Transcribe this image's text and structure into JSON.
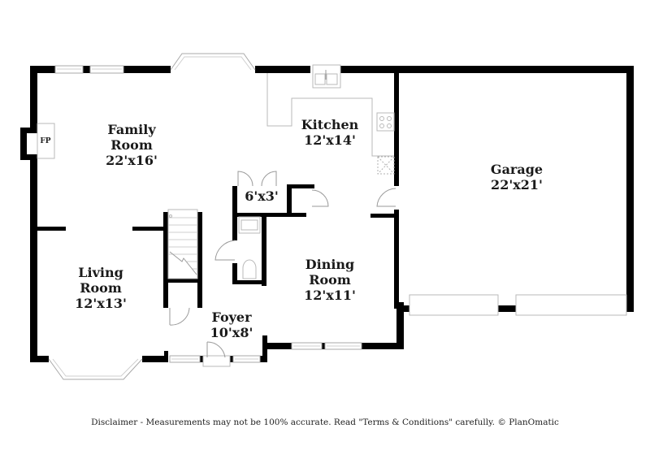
{
  "floorplan": {
    "rooms": [
      {
        "id": "family-room",
        "name_line1": "Family",
        "name_line2": "Room",
        "dimensions": "22'x16'"
      },
      {
        "id": "kitchen",
        "name_line1": "Kitchen",
        "name_line2": "",
        "dimensions": "12'x14'"
      },
      {
        "id": "garage",
        "name_line1": "Garage",
        "name_line2": "",
        "dimensions": "22'x21'"
      },
      {
        "id": "closet",
        "name_line1": "",
        "name_line2": "",
        "dimensions": "6'x3'"
      },
      {
        "id": "living-room",
        "name_line1": "Living",
        "name_line2": "Room",
        "dimensions": "12'x13'"
      },
      {
        "id": "dining-room",
        "name_line1": "Dining",
        "name_line2": "Room",
        "dimensions": "12'x11'"
      },
      {
        "id": "foyer",
        "name_line1": "Foyer",
        "name_line2": "",
        "dimensions": "10'x8'"
      }
    ],
    "fixtures": {
      "fireplace_label": "FP"
    },
    "colors": {
      "wall": "#000000",
      "fixture_line": "#b9b9b9",
      "background": "#ffffff",
      "text": "#1a1a1a"
    }
  },
  "footer": {
    "disclaimer": "Disclaimer - Measurements may not be 100% accurate. Read \"Terms & Conditions\" carefully. © PlanOmatic"
  }
}
